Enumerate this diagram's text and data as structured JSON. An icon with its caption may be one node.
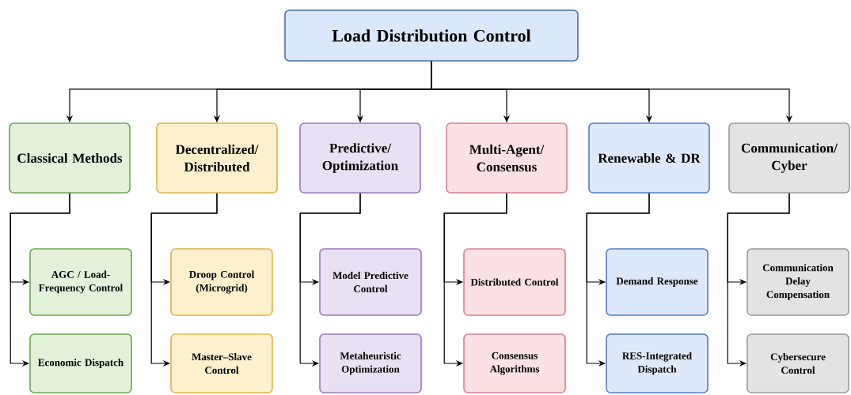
{
  "diagram": {
    "nodes": [
      {
        "text": [
          "Load Distribution Control"
        ]
      },
      {
        "text": [
          "Classical Methods"
        ]
      },
      {
        "text": [
          "Decentralized/ Distributed"
        ]
      },
      {
        "text": [
          "Predictive/ Optimization"
        ]
      },
      {
        "text": [
          "Multi-Agent/ Consensus"
        ]
      },
      {
        "text": [
          "Renewable & DR"
        ]
      },
      {
        "text": [
          "Communication/ Cyber"
        ]
      },
      {
        "text": [
          "AGC / Load-Frequency Control"
        ]
      },
      {
        "text": [
          "Economic Dispatch"
        ]
      },
      {
        "text": [
          "Droop Control (Microgrid)"
        ]
      },
      {
        "text": [
          "Master–Slave Control"
        ]
      },
      {
        "text": [
          "Model Predictive Control"
        ]
      },
      {
        "text": [
          "Metaheuristic Optimization"
        ]
      },
      {
        "text": [
          "Distributed Control"
        ]
      },
      {
        "text": [
          "Consensus Algorithms"
        ]
      },
      {
        "text": [
          "Demand Response"
        ]
      },
      {
        "text": [
          "RES-Integrated Dispatch"
        ]
      },
      {
        "text": [
          "Communication Delay Compensation"
        ]
      },
      {
        "text": [
          "Cybersecure Control"
        ]
      }
    ],
    "edges": [
      {
        "from": 0,
        "to": 1,
        "arrow": "to"
      },
      {
        "from": 0,
        "to": 2,
        "arrow": "to"
      },
      {
        "from": 0,
        "to": 3,
        "arrow": "to"
      },
      {
        "from": 0,
        "to": 4,
        "arrow": "to"
      },
      {
        "from": 0,
        "to": 5,
        "arrow": "to"
      },
      {
        "from": 0,
        "to": 6,
        "arrow": "to"
      },
      {
        "from": 1,
        "to": 7,
        "arrow": "to"
      },
      {
        "from": 1,
        "to": 8,
        "arrow": "to"
      },
      {
        "from": 2,
        "to": 9,
        "arrow": "to"
      },
      {
        "from": 2,
        "to": 10,
        "arrow": "to"
      },
      {
        "from": 3,
        "to": 11,
        "arrow": "to"
      },
      {
        "from": 3,
        "to": 12,
        "arrow": "to"
      },
      {
        "from": 4,
        "to": 13,
        "arrow": "to"
      },
      {
        "from": 4,
        "to": 14,
        "arrow": "to"
      },
      {
        "from": 5,
        "to": 15,
        "arrow": "to"
      },
      {
        "from": 5,
        "to": 16,
        "arrow": "to"
      },
      {
        "from": 6,
        "to": 17,
        "arrow": "to"
      },
      {
        "from": 6,
        "to": 18,
        "arrow": "to"
      }
    ]
  }
}
